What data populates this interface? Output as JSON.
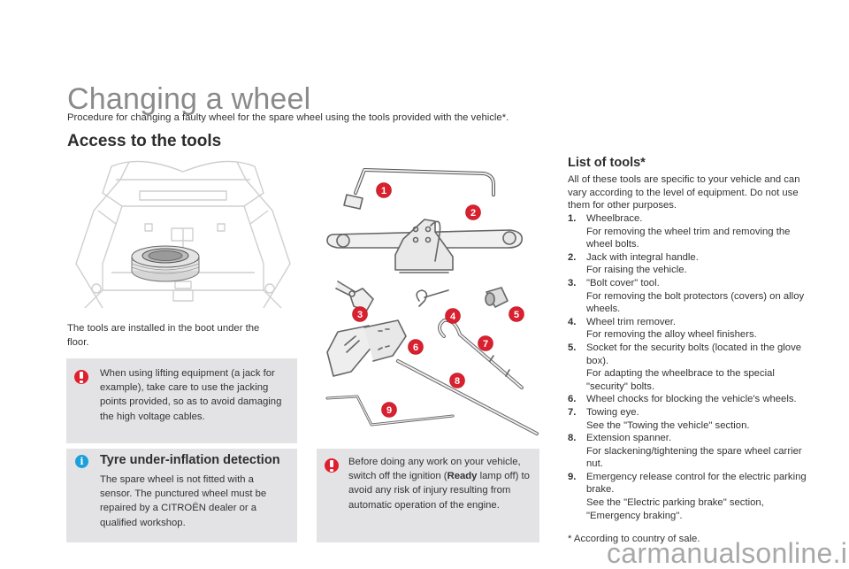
{
  "page": {
    "title": "Changing a wheel",
    "intro": "Procedure for changing a faulty wheel for the spare wheel using the tools provided with the vehicle*.",
    "section_heading": "Access to the tools"
  },
  "boot": {
    "caption": "The tools are installed in the boot under the floor."
  },
  "warnings": [
    {
      "icon": "warning-exclamation-icon",
      "text": "When using lifting equipment (a jack for example), take care to use the jacking points provided, so as to avoid damaging the high voltage cables."
    },
    {
      "icon": "warning-exclamation-icon",
      "text_before": "Before doing any work on your vehicle, switch off the ignition (",
      "text_bold": "Ready",
      "text_after": " lamp off) to avoid any risk of injury resulting from automatic operation of the engine."
    }
  ],
  "tyre_info": {
    "icon": "info-icon",
    "title": "Tyre under-inflation detection",
    "text": "The spare wheel is not fitted with a sensor. The punctured wheel must be repaired by a CITROËN dealer or a qualified workshop."
  },
  "tools_illustration": {
    "badges": [
      "1",
      "2",
      "3",
      "4",
      "5",
      "6",
      "7",
      "8",
      "9"
    ]
  },
  "tool_list": {
    "title": "List of tools*",
    "intro": "All of these tools are specific to your vehicle and can vary according to the level of equipment. Do not use them for other purposes.",
    "items": [
      {
        "num": "1.",
        "name": "Wheelbrace.",
        "desc": [
          "For removing the wheel trim and removing the wheel bolts."
        ]
      },
      {
        "num": "2.",
        "name": "Jack with integral handle.",
        "desc": [
          "For raising the vehicle."
        ]
      },
      {
        "num": "3.",
        "name": "\"Bolt cover\" tool.",
        "desc": [
          "For removing the bolt protectors (covers) on alloy wheels."
        ]
      },
      {
        "num": "4.",
        "name": "Wheel trim remover.",
        "desc": [
          "For removing the alloy wheel finishers."
        ]
      },
      {
        "num": "5.",
        "name": "Socket for the security bolts (located in the glove box).",
        "desc": [
          "For adapting the wheelbrace to the special \"security\" bolts."
        ]
      },
      {
        "num": "6.",
        "name": "Wheel chocks for blocking the vehicle's wheels.",
        "desc": []
      },
      {
        "num": "7.",
        "name": "Towing eye.",
        "desc": [
          "See the \"Towing the vehicle\" section."
        ]
      },
      {
        "num": "8.",
        "name": "Extension spanner.",
        "desc": [
          "For slackening/tightening the spare wheel carrier nut."
        ]
      },
      {
        "num": "9.",
        "name": "Emergency release control for the electric parking brake.",
        "desc": [
          "See the \"Electric parking brake\" section, \"Emergency braking\"."
        ]
      }
    ],
    "footnote": "* According to country of sale."
  },
  "watermark": "carmanualsonline.info",
  "colors": {
    "warning_red": "#e01f2d",
    "info_blue": "#1aa0dc",
    "box_gray": "#e3e3e5",
    "title_gray": "#8a8a8a",
    "badge_red": "#d9202f"
  }
}
